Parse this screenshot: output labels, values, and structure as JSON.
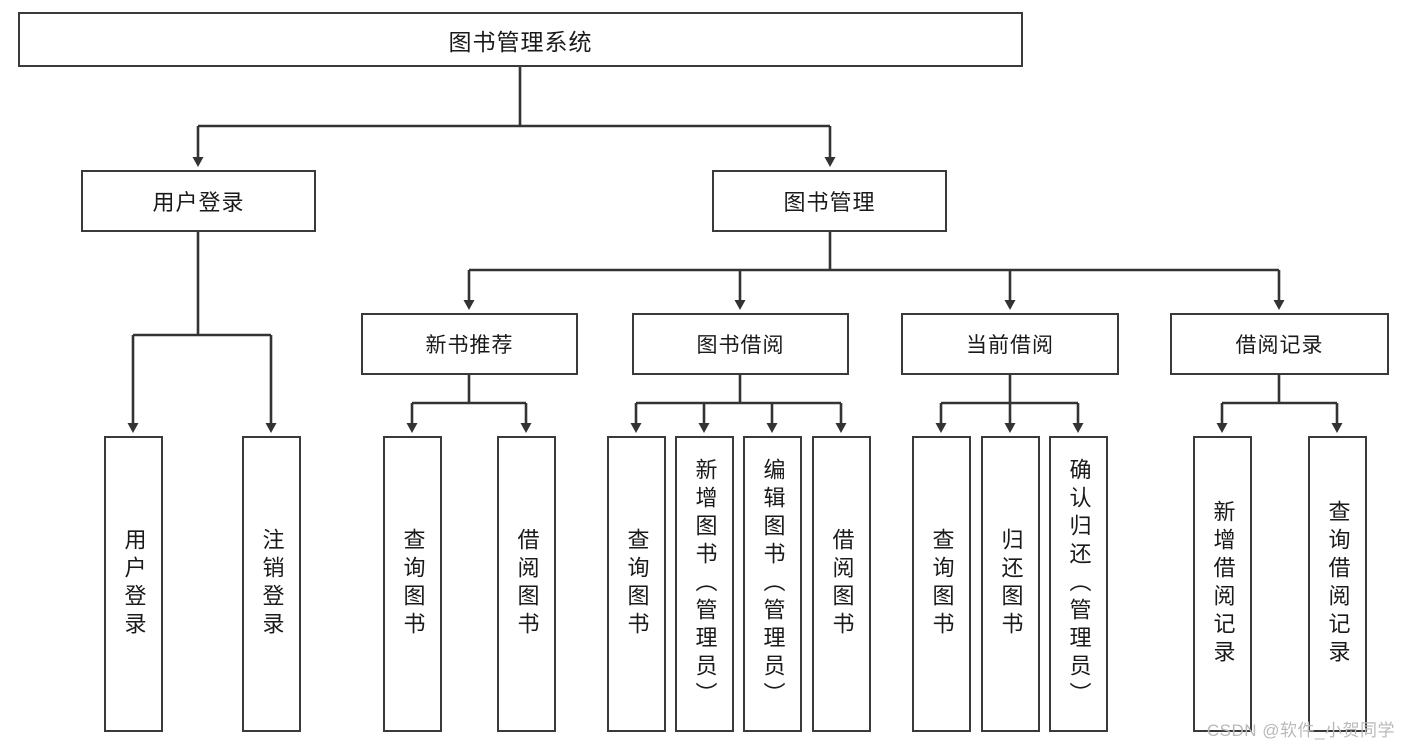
{
  "diagram": {
    "title": "图书管理系统",
    "type": "tree",
    "watermark": "CSDN @软件_小贺同学",
    "colors": {
      "box_border": "#3a3a3a",
      "box_fill": "#ffffff",
      "connector": "#333333",
      "text": "#1a1a1a",
      "watermark": "#b9b9b9"
    },
    "root": {
      "label": "图书管理系统"
    },
    "level2": [
      {
        "label": "用户登录"
      },
      {
        "label": "图书管理"
      }
    ],
    "level3": [
      {
        "label": "新书推荐"
      },
      {
        "label": "图书借阅"
      },
      {
        "label": "当前借阅"
      },
      {
        "label": "借阅记录"
      }
    ],
    "leaves": {
      "user_login": [
        {
          "label": "用户登录"
        },
        {
          "label": "注销登录"
        }
      ],
      "new_book_recommend": [
        {
          "label": "查询图书"
        },
        {
          "label": "借阅图书"
        }
      ],
      "book_borrow": [
        {
          "label": "查询图书"
        },
        {
          "label": "新增图书（管理员）"
        },
        {
          "label": "编辑图书（管理员）"
        },
        {
          "label": "借阅图书"
        }
      ],
      "current_borrow": [
        {
          "label": "查询图书"
        },
        {
          "label": "归还图书"
        },
        {
          "label": "确认归还（管理员）"
        }
      ],
      "borrow_record": [
        {
          "label": "新增借阅记录"
        },
        {
          "label": "查询借阅记录"
        }
      ]
    }
  }
}
